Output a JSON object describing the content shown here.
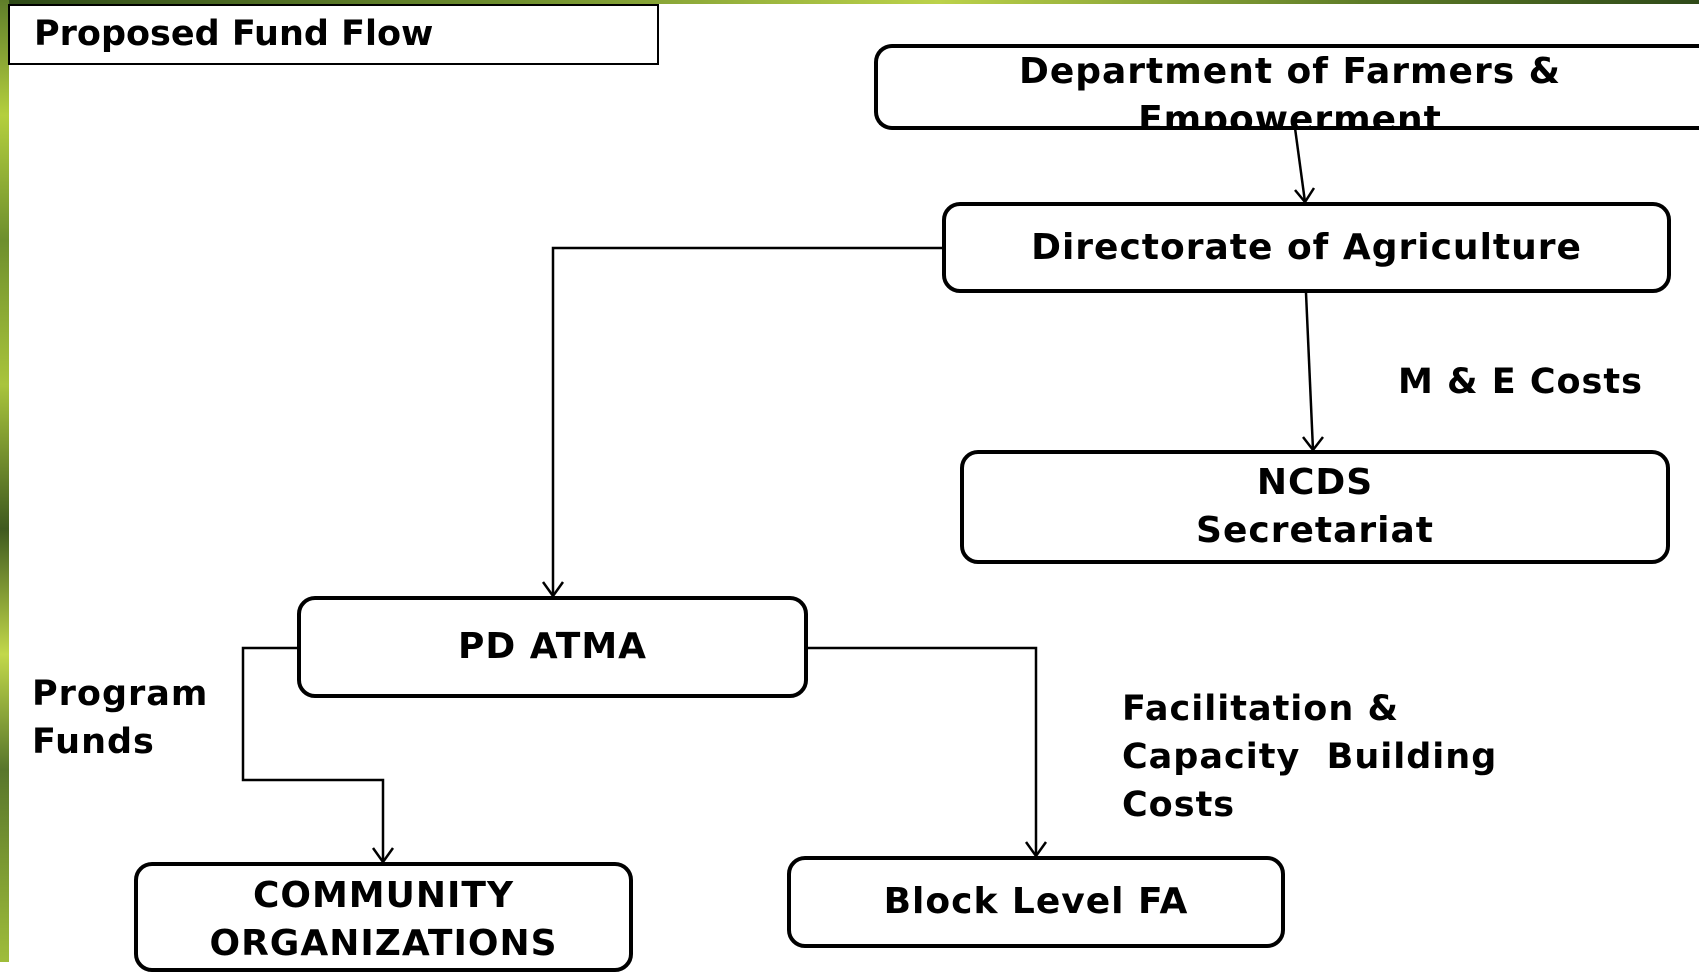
{
  "title": "Proposed Fund Flow",
  "nodes": {
    "department": {
      "line1": "Department of Farmers &",
      "line2": "Empowerment"
    },
    "directorate": {
      "label": "Directorate of Agriculture"
    },
    "ncds": {
      "line1": "NCDS",
      "line2": "Secretariat"
    },
    "pd_atma": {
      "label": "PD ATMA"
    },
    "community": {
      "line1": "COMMUNITY",
      "line2": "ORGANIZATIONS"
    },
    "block_fa": {
      "label": "Block Level  FA"
    }
  },
  "edge_labels": {
    "me_costs": "M & E Costs",
    "program_funds": {
      "line1": "Program",
      "line2": "Funds"
    },
    "facilitation": {
      "line1": "Facilitation &",
      "line2": "Capacity  Building",
      "line3": "Costs"
    }
  }
}
